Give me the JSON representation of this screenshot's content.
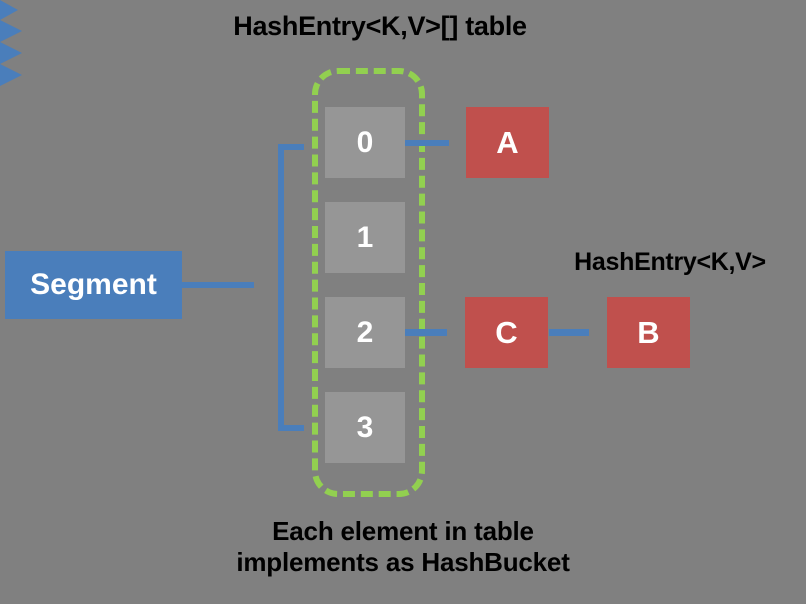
{
  "diagram": {
    "background_color": "#808080",
    "title": "HashEntry<K,V>[] table",
    "caption": {
      "line1": "Each element in table",
      "line2": "implements as  HashBucket"
    },
    "entry_group_label": "HashEntry<K,V>",
    "segment": {
      "label": "Segment",
      "color": "#4a7ebb",
      "text_color": "#ffffff"
    },
    "table_container": {
      "border_color": "#92d050",
      "border_style": "dashed",
      "cell_color": "#969696",
      "cell_text_color": "#ffffff"
    },
    "buckets": [
      {
        "index": "0",
        "has_entry": true
      },
      {
        "index": "1",
        "has_entry": false
      },
      {
        "index": "2",
        "has_entry": true
      },
      {
        "index": "3",
        "has_entry": false
      }
    ],
    "entries": [
      {
        "label": "A",
        "color": "#c0504d",
        "from_bucket": "0"
      },
      {
        "label": "C",
        "color": "#c0504d",
        "from_bucket": "2"
      },
      {
        "label": "B",
        "color": "#c0504d",
        "from_bucket": "2"
      }
    ],
    "connector_color": "#4a7ebb"
  }
}
